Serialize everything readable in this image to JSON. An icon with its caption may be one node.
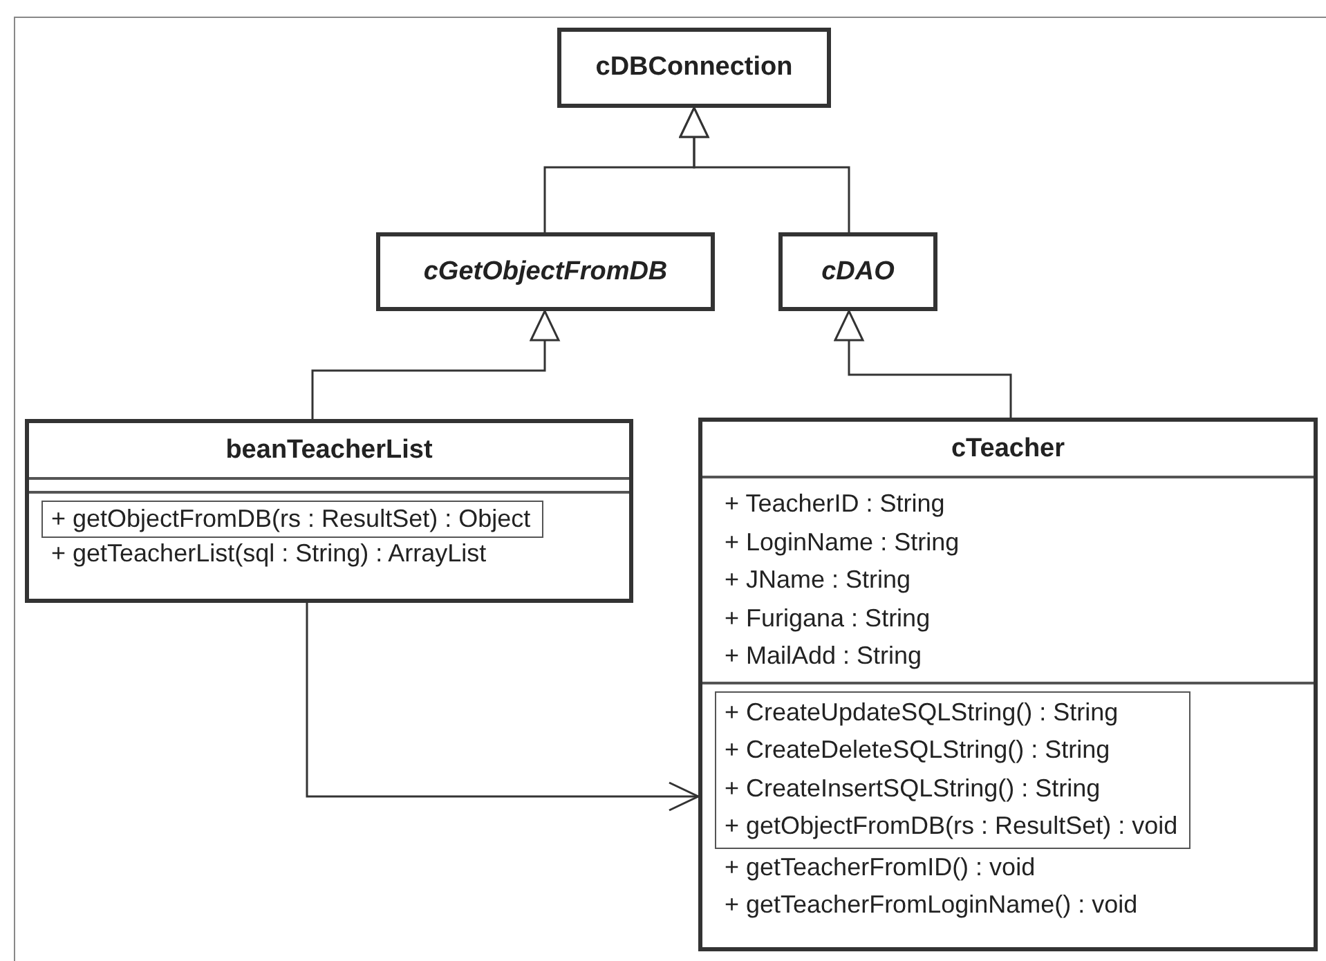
{
  "diagram": {
    "nodes": [
      {
        "text": [
          "cDBConnection"
        ]
      },
      {
        "text": [
          "cGetObjectFromDB"
        ]
      },
      {
        "text": [
          "cDAO"
        ]
      },
      {
        "text": [
          "beanTeacherList",
          "+ getObjectFromDB(rs : ResultSet) : Object",
          "+ getTeacherList(sql : String) : ArrayList"
        ]
      },
      {
        "text": [
          "cTeacher",
          "+ TeacherID : String",
          "+ LoginName : String",
          "+ JName : String",
          "+ Furigana : String",
          "+ MailAdd : String",
          "+ CreateUpdateSQLString() : String",
          "+ CreateDeleteSQLString() : String",
          "+ CreateInsertSQLString() : String",
          "+ getObjectFromDB(rs : ResultSet) : void",
          "+ getTeacherFromID() : void",
          "+ getTeacherFromLoginName() : void"
        ]
      }
    ],
    "edges": [
      {
        "from": 1,
        "to": 0,
        "arrow": "to"
      },
      {
        "from": 2,
        "to": 0,
        "arrow": "to"
      },
      {
        "from": 3,
        "to": 1,
        "arrow": "to"
      },
      {
        "from": 4,
        "to": 2,
        "arrow": "to"
      },
      {
        "from": 3,
        "to": 4,
        "arrow": "to"
      }
    ]
  }
}
